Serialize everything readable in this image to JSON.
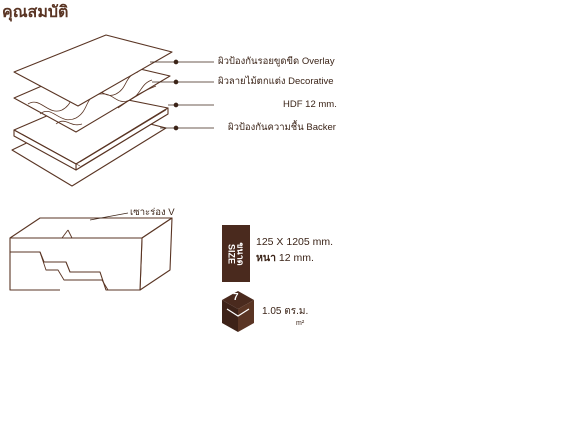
{
  "title": "คุณสมบัติ",
  "layers": [
    {
      "label": "ผิวป้องกันรอยขูดขีด  Overlay"
    },
    {
      "label": "ผิวลายไม้ตกแต่ง  Decorative"
    },
    {
      "label": "HDF 12 mm."
    },
    {
      "label": "ผิวป้องกันความชื้น  Backer"
    }
  ],
  "groove_label": "เซาะร่อง V",
  "size": {
    "badge_th": "ขนาด",
    "badge_en": "SIZE",
    "dimensions": "125 X 1205 mm.",
    "thickness_label": "หนา",
    "thickness_value": "12 mm."
  },
  "pack": {
    "count": "7",
    "area": "1.05 ตร.ม.",
    "area_unit": "m²"
  },
  "colors": {
    "brown_dark": "#4a2a1e",
    "outline": "#5a3524"
  }
}
